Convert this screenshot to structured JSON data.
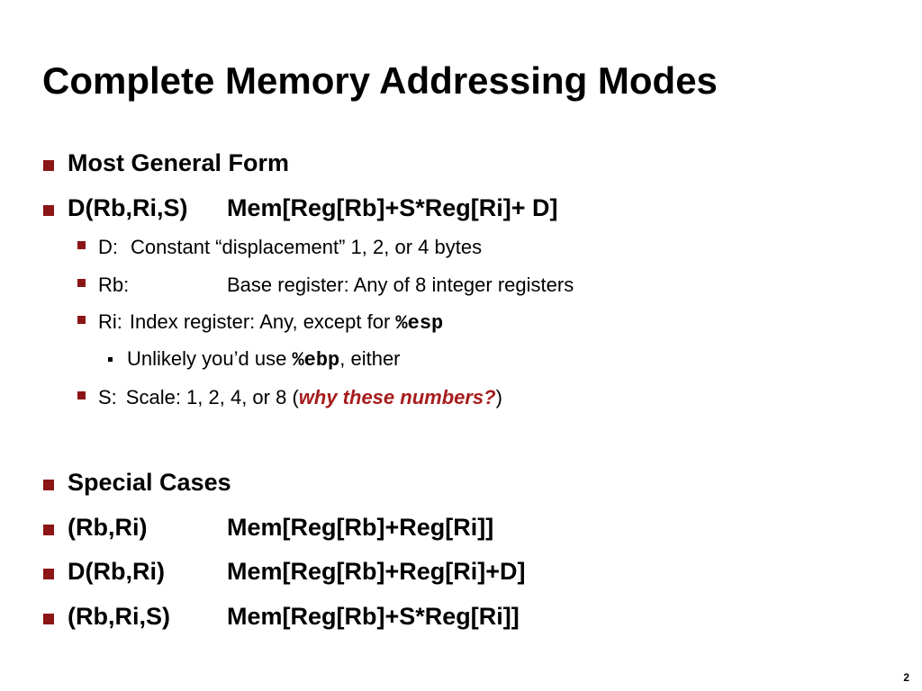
{
  "slide": {
    "title": "Complete Memory Addressing Modes",
    "page_number": "2"
  },
  "general": {
    "heading": "Most General Form",
    "form_label": "D(Rb,Ri,S)",
    "form_expr": "Mem[Reg[Rb]+S*Reg[Ri]+ D]",
    "d": {
      "label": "D:",
      "desc": "Constant “displacement” 1, 2, or 4 bytes"
    },
    "rb": {
      "label": "Rb:",
      "desc": "Base register: Any of 8 integer registers"
    },
    "ri": {
      "label": "Ri:",
      "desc_pre": "Index register: Any, except for ",
      "code": "%esp"
    },
    "ebp_note": {
      "pre": "Unlikely you’d use ",
      "code": "%ebp",
      "post": ", either"
    },
    "s": {
      "label": "S:",
      "desc_pre": "Scale: 1, 2, 4, or 8 (",
      "highlight": "why these numbers?",
      "desc_post": ")"
    }
  },
  "special": {
    "heading": "Special Cases",
    "cases": [
      {
        "label": "(Rb,Ri)",
        "expr": "Mem[Reg[Rb]+Reg[Ri]]"
      },
      {
        "label": "D(Rb,Ri)",
        "expr": "Mem[Reg[Rb]+Reg[Ri]+D]"
      },
      {
        "label": "(Rb,Ri,S)",
        "expr": "Mem[Reg[Rb]+S*Reg[Ri]]"
      }
    ]
  },
  "colors": {
    "bullet": "#8c1515",
    "highlight": "#a61c1c"
  }
}
